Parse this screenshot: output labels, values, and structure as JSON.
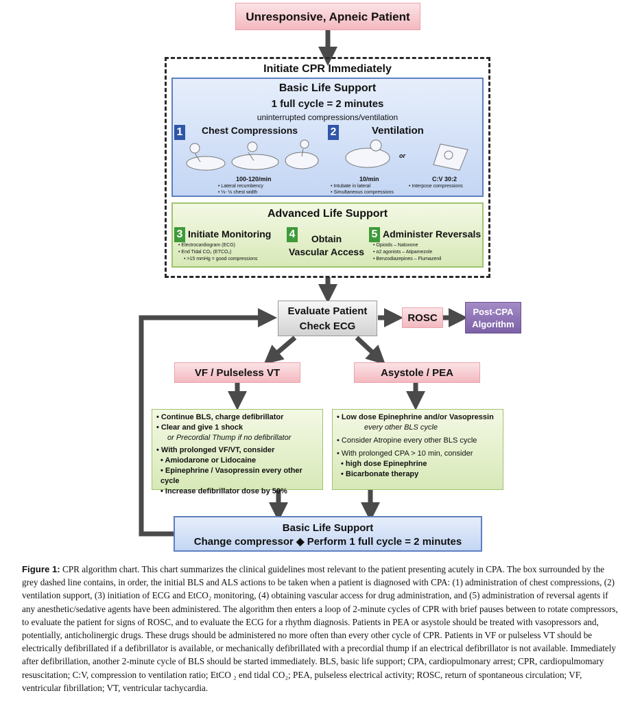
{
  "nodes": {
    "start": "Unresponsive, Apneic Patient",
    "initiate": "Initiate CPR Immediately",
    "bls": {
      "title": "Basic Life Support",
      "cycle": "1 full cycle = 2 minutes",
      "subtitle": "uninterrupted compressions/ventilation",
      "chest": {
        "num": "1",
        "title": "Chest Compressions",
        "rate": "100-120/min",
        "notes": [
          "• Lateral recumbency",
          "• ⅓- ½ chest width"
        ]
      },
      "vent": {
        "num": "2",
        "title": "Ventilation",
        "rate_left": "10/min",
        "or": "or",
        "rate_right": "C:V 30:2",
        "notes_left": [
          "• Intubate in lateral",
          "• Simultaneous compressions"
        ],
        "notes_right": [
          "• Interpose compressions"
        ]
      }
    },
    "als": {
      "title": "Advanced Life Support",
      "monitoring": {
        "num": "3",
        "title": "Initiate Monitoring",
        "notes": [
          "• Electrocardiogram (ECG)",
          "• End Tidal CO₂ (ETCO₂)",
          "• >15 mmHg = good compressions"
        ]
      },
      "access": {
        "num": "4",
        "title_1": "Obtain",
        "title_2": "Vascular Access"
      },
      "reversals": {
        "num": "5",
        "title": "Administer Reversals",
        "notes": [
          "• Opioids – Naloxone",
          "• α2 agonists – Atipamezole",
          "• Benzodiazepines – Flumazenil"
        ]
      }
    },
    "evaluate": {
      "line1": "Evaluate Patient",
      "line2": "Check ECG"
    },
    "rosc": "ROSC",
    "post_cpa": {
      "line1": "Post-CPA",
      "line2": "Algorithm"
    },
    "vf": "VF / Pulseless VT",
    "asystole": "Asystole / PEA",
    "vf_actions": [
      "• Continue BLS, charge defibrillator",
      "• Clear and give 1 shock",
      "or Precordial Thump if no defibrillator",
      "• With prolonged VF/VT, consider",
      "• Amiodarone or Lidocaine",
      "• Epinephrine / Vasopressin every other cycle",
      "• Increase defibrillator dose by 50%"
    ],
    "asystole_actions": [
      "• Low dose Epinephrine and/or Vasopressin",
      "every other BLS cycle",
      "• Consider Atropine every other BLS cycle",
      "• With prolonged CPA > 10 min, consider",
      "• high dose Epinephrine",
      "• Bicarbonate therapy"
    ],
    "bls_bottom": {
      "line1": "Basic Life Support",
      "line2": "Change compressor ◆ Perform 1 full cycle = 2 minutes"
    }
  },
  "caption": {
    "lead": "Figure 1:",
    "text": "CPR algorithm chart. This chart summarizes the clinical guidelines most relevant to the patient presenting acutely in CPA. The box surrounded by the grey dashed line contains, in order, the initial BLS and ALS actions to be taken when a patient is diagnosed with CPA: (1) administration of chest compressions, (2) ventilation support, (3) initiation of ECG and EtCO₂ monitoring, (4) obtaining vascular access for drug administration, and (5) administration of reversal agents if any anesthetic/sedative agents have been administered. The algorithm then enters a loop of 2-minute cycles of CPR with brief pauses between to rotate compressors, to evaluate the patient for signs of ROSC, and to evaluate the ECG for a rhythm diagnosis. Patients in PEA or asystole should be treated with vasopressors and, potentially, anticholinergic drugs. These drugs should be administered no more often than every other cycle of CPR. Patients in VF or pulseless VT should be electrically defibrillated if a defibrillator is available, or mechanically defibrillated with a precordial thump if an electrical defibrillator is not available. Immediately after defibrillation, another 2-minute cycle of BLS should be started immediately. BLS, basic life support; CPA, cardiopulmonary arrest; CPR, cardiopulmomary resuscitation; C:V, compression to ventilation ratio; EtCO ₂ end tidal CO₂; PEA, pulseless electrical activity; ROSC, return of spontaneous circulation; VF, ventricular fibrillation; VT, ventricular tachycardia."
  },
  "colors": {
    "pink": "#f3b9c0",
    "blue_border": "#5d7fc0",
    "green_border": "#9fc36d",
    "purple": "#8e73b5",
    "arrow": "#4a4a4a"
  }
}
